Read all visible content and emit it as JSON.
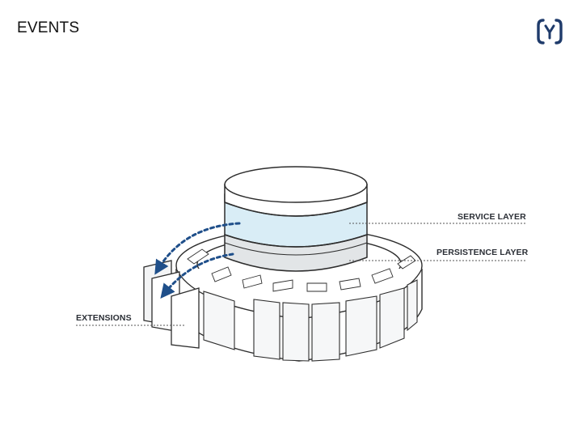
{
  "slide": {
    "title": "EVENTS"
  },
  "logo": {
    "icon": "bracket-logo-icon",
    "color": "#1f3b6b"
  },
  "diagram": {
    "labels": {
      "service_layer": "SERVICE LAYER",
      "persistence_layer": "PERSISTENCE LAYER",
      "extensions": "EXTENSIONS"
    },
    "colors": {
      "stroke": "#2d2d2d",
      "service_fill": "#d9edf6",
      "persistence_fill": "#e2e5e7",
      "event_arrow": "#1f4f8a",
      "leader": "#555555"
    }
  }
}
